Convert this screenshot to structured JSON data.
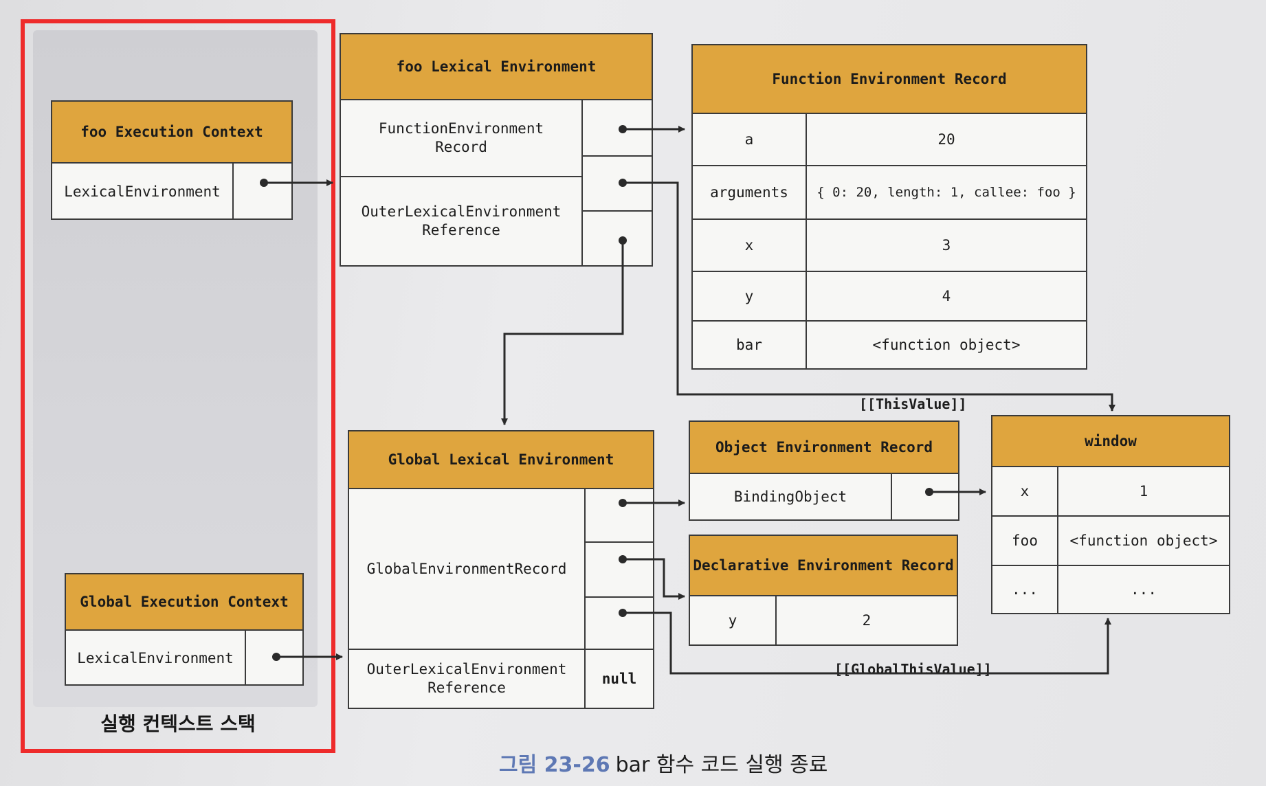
{
  "stack": {
    "label": "실행 컨텍스트 스택",
    "foo_context": {
      "title": "foo Execution Context",
      "field": "LexicalEnvironment"
    },
    "global_context": {
      "title": "Global Execution Context",
      "field": "LexicalEnvironment"
    }
  },
  "foo_lexical_env": {
    "title": "foo Lexical Environment",
    "rows": [
      {
        "label": "FunctionEnvironment Record"
      },
      {
        "label": "OuterLexicalEnvironment Reference"
      }
    ]
  },
  "function_env_record": {
    "title": "Function Environment Record",
    "rows": [
      {
        "name": "a",
        "value": "20"
      },
      {
        "name": "arguments",
        "value": "{ 0: 20, length: 1, callee: foo }"
      },
      {
        "name": "x",
        "value": "3"
      },
      {
        "name": "y",
        "value": "4"
      },
      {
        "name": "bar",
        "value": "<function object>"
      }
    ]
  },
  "global_lexical_env": {
    "title": "Global Lexical Environment",
    "rows": [
      {
        "label": "GlobalEnvironmentRecord",
        "value": ""
      },
      {
        "label": "OuterLexicalEnvironment Reference",
        "value": "null"
      }
    ]
  },
  "object_env_record": {
    "title": "Object Environment Record",
    "field": "BindingObject"
  },
  "declarative_env_record": {
    "title": "Declarative Environment Record",
    "rows": [
      {
        "name": "y",
        "value": "2"
      }
    ]
  },
  "window": {
    "title": "window",
    "rows": [
      {
        "name": "x",
        "value": "1"
      },
      {
        "name": "foo",
        "value": "<function object>"
      },
      {
        "name": "...",
        "value": "..."
      }
    ]
  },
  "edges": {
    "this_value": "[[ThisValue]]",
    "global_this_value": "[[GlobalThisValue]]"
  },
  "caption": {
    "figure_number": "그림 23-26",
    "text_code": "bar",
    "text_rest": "함수 코드 실행 종료"
  }
}
